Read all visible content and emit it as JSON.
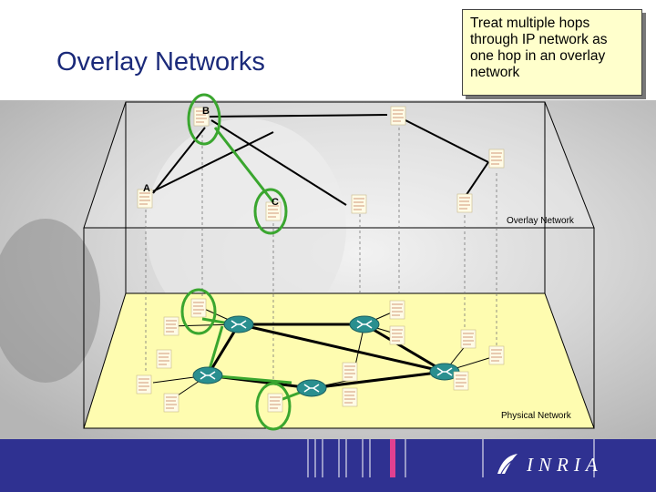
{
  "slide": {
    "title": "Overlay Networks",
    "callout": "Treat multiple hops through IP network as one hop in an overlay network"
  },
  "diagram": {
    "overlay_label": "Overlay Network",
    "physical_label": "Physical Network",
    "node_labels": {
      "a": "A",
      "b": "B",
      "c": "C"
    }
  },
  "footer": {
    "logo_text": "INRIA"
  },
  "colors": {
    "title": "#1b2a7a",
    "footer": "#2f3191",
    "physical_plane": "#fefcb0",
    "highlight": "#3aa62f",
    "router": "#2a8f8f",
    "callout_bg": "#ffffcc"
  }
}
